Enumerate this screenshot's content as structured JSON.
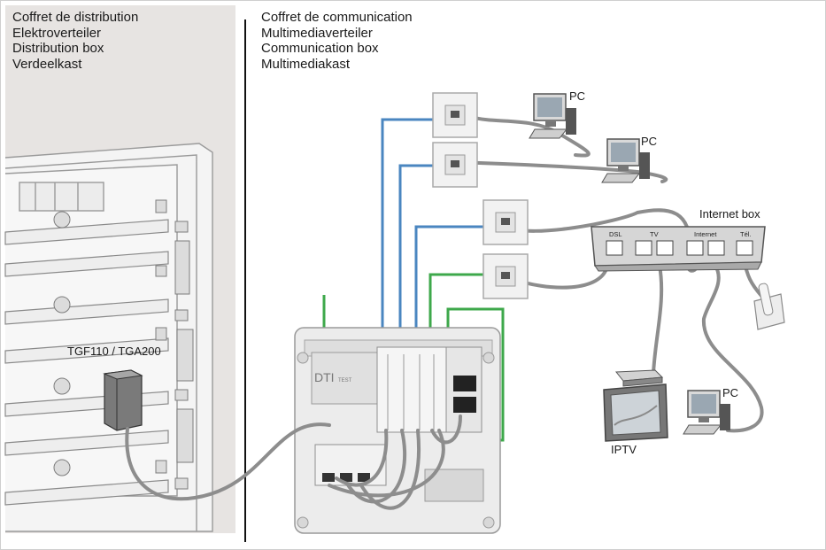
{
  "distribution_box": {
    "title_lines": [
      "Coffret de distribution",
      "Elektroverteiler",
      "Distribution box",
      "Verdeelkast"
    ],
    "module_label": "TGF110 / TGA200"
  },
  "communication_box": {
    "title_lines": [
      "Coffret de communication",
      "Multimediaverteiler",
      "Communication box",
      "Multimediakast"
    ],
    "dti_label": "DTI",
    "test_label": "TEST"
  },
  "devices": {
    "pc_1": "PC",
    "pc_2": "PC",
    "pc_3": "PC",
    "internet_box": "Internet box",
    "iptv": "IPTV"
  },
  "internet_box_ports": [
    "DSL",
    "TV",
    "Internet",
    "Tél."
  ],
  "colors": {
    "panel": "#e7e4e2",
    "blue_cable": "#4a86c0",
    "green_cable": "#3ea84b",
    "grey_cable": "#8d8d8d",
    "divider": "#111111"
  }
}
